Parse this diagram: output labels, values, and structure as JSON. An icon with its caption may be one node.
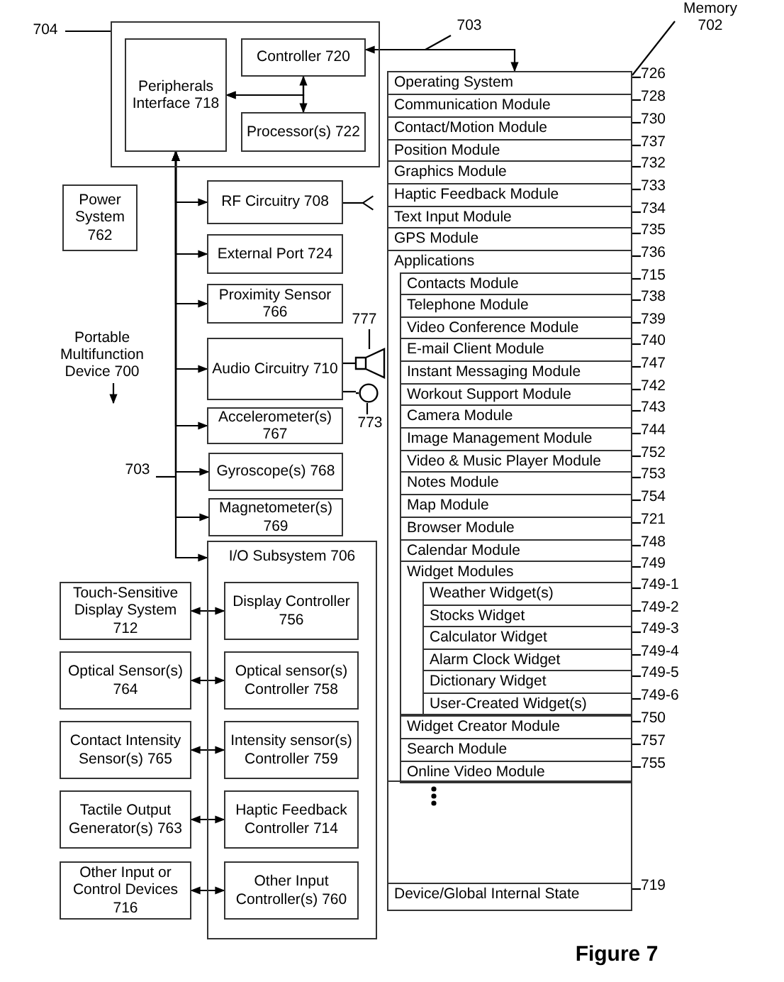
{
  "diagram": {
    "caption": "Figure 7",
    "nodes": [
      {
        "text": [
          "704"
        ]
      },
      {
        "text": [],
        "shape": "box"
      },
      {
        "text": [
          "Peripherals Interface 718"
        ],
        "in": 1
      },
      {
        "text": [
          "Controller 720"
        ],
        "in": 1
      },
      {
        "text": [
          "Processor(s) 722"
        ],
        "in": 1
      },
      {
        "text": [
          "703"
        ]
      },
      {
        "text": [
          "Memory 702"
        ]
      },
      {
        "text": [],
        "shape": "box"
      },
      {
        "text": [
          "Operating System"
        ],
        "in": 7
      },
      {
        "text": [
          "Communication Module"
        ],
        "in": 7
      },
      {
        "text": [
          "Contact/Motion Module"
        ],
        "in": 7
      },
      {
        "text": [
          "Position Module"
        ],
        "in": 7
      },
      {
        "text": [
          "Graphics Module"
        ],
        "in": 7
      },
      {
        "text": [
          "Haptic Feedback Module"
        ],
        "in": 7
      },
      {
        "text": [
          "Text Input Module"
        ],
        "in": 7
      },
      {
        "text": [
          "GPS Module"
        ],
        "in": 7
      },
      {
        "text": [
          "Applications"
        ],
        "in": 7
      },
      {
        "text": [
          "Contacts Module"
        ],
        "in": 16
      },
      {
        "text": [
          "Telephone Module"
        ],
        "in": 16
      },
      {
        "text": [
          "Video Conference Module"
        ],
        "in": 16
      },
      {
        "text": [
          "E-mail Client Module"
        ],
        "in": 16
      },
      {
        "text": [
          "Instant Messaging Module"
        ],
        "in": 16
      },
      {
        "text": [
          "Workout Support Module"
        ],
        "in": 16
      },
      {
        "text": [
          "Camera Module"
        ],
        "in": 16
      },
      {
        "text": [
          "Image Management Module"
        ],
        "in": 16
      },
      {
        "text": [
          "Video & Music Player Module"
        ],
        "in": 16
      },
      {
        "text": [
          "Notes Module"
        ],
        "in": 16
      },
      {
        "text": [
          "Map Module"
        ],
        "in": 16
      },
      {
        "text": [
          "Browser Module"
        ],
        "in": 16
      },
      {
        "text": [
          "Calendar Module"
        ],
        "in": 16
      },
      {
        "text": [
          "Widget Modules"
        ],
        "in": 16
      },
      {
        "text": [
          "Weather Widget(s)"
        ],
        "in": 30
      },
      {
        "text": [
          "Stocks Widget"
        ],
        "in": 30
      },
      {
        "text": [
          "Calculator Widget"
        ],
        "in": 30
      },
      {
        "text": [
          "Alarm Clock Widget"
        ],
        "in": 30
      },
      {
        "text": [
          "Dictionary Widget"
        ],
        "in": 30
      },
      {
        "text": [
          "User-Created Widget(s)"
        ],
        "in": 30
      },
      {
        "text": [
          "Widget Creator Module"
        ],
        "in": 16
      },
      {
        "text": [
          "Search Module"
        ],
        "in": 16
      },
      {
        "text": [
          "Online Video Module"
        ],
        "in": 16
      },
      {
        "text": [
          "Device/Global Internal State"
        ],
        "in": 7
      },
      {
        "text": [
          "726"
        ]
      },
      {
        "text": [
          "728"
        ]
      },
      {
        "text": [
          "730"
        ]
      },
      {
        "text": [
          "737"
        ]
      },
      {
        "text": [
          "732"
        ]
      },
      {
        "text": [
          "733"
        ]
      },
      {
        "text": [
          "734"
        ]
      },
      {
        "text": [
          "735"
        ]
      },
      {
        "text": [
          "736"
        ]
      },
      {
        "text": [
          "715"
        ]
      },
      {
        "text": [
          "738"
        ]
      },
      {
        "text": [
          "739"
        ]
      },
      {
        "text": [
          "740"
        ]
      },
      {
        "text": [
          "747"
        ]
      },
      {
        "text": [
          "742"
        ]
      },
      {
        "text": [
          "743"
        ]
      },
      {
        "text": [
          "744"
        ]
      },
      {
        "text": [
          "752"
        ]
      },
      {
        "text": [
          "753"
        ]
      },
      {
        "text": [
          "754"
        ]
      },
      {
        "text": [
          "721"
        ]
      },
      {
        "text": [
          "748"
        ]
      },
      {
        "text": [
          "749"
        ]
      },
      {
        "text": [
          "749-1"
        ]
      },
      {
        "text": [
          "749-2"
        ]
      },
      {
        "text": [
          "749-3"
        ]
      },
      {
        "text": [
          "749-4"
        ]
      },
      {
        "text": [
          "749-5"
        ]
      },
      {
        "text": [
          "749-6"
        ]
      },
      {
        "text": [
          "750"
        ]
      },
      {
        "text": [
          "757"
        ]
      },
      {
        "text": [
          "755"
        ]
      },
      {
        "text": [
          "719"
        ]
      },
      {
        "text": [
          "Power System 762"
        ]
      },
      {
        "text": [
          "RF Circuitry 708"
        ]
      },
      {
        "text": [
          "External Port 724"
        ]
      },
      {
        "text": [
          "Proximity Sensor 766"
        ]
      },
      {
        "text": [
          "777"
        ]
      },
      {
        "text": [
          "Audio Circuitry 710"
        ]
      },
      {
        "text": [],
        "shape": "speaker"
      },
      {
        "text": [],
        "shape": "microphone"
      },
      {
        "text": [
          "773"
        ]
      },
      {
        "text": [
          "Portable Multifunction Device 700"
        ]
      },
      {
        "text": [
          "Accelerometer(s) 767"
        ]
      },
      {
        "text": [
          "703"
        ]
      },
      {
        "text": [
          "Gyroscope(s) 768"
        ]
      },
      {
        "text": [
          "Magnetometer(s) 769"
        ]
      },
      {
        "text": [
          "I/O Subsystem 706"
        ]
      },
      {
        "text": [
          "Touch-Sensitive Display System 712"
        ]
      },
      {
        "text": [
          "Display Controller 756"
        ],
        "in": 88
      },
      {
        "text": [
          "Optical Sensor(s) 764"
        ]
      },
      {
        "text": [
          "Optical sensor(s) Controller 758"
        ],
        "in": 88
      },
      {
        "text": [
          "Contact Intensity Sensor(s) 765"
        ]
      },
      {
        "text": [
          "Intensity sensor(s) Controller 759"
        ],
        "in": 88
      },
      {
        "text": [
          "Tactile Output Generator(s) 763"
        ]
      },
      {
        "text": [
          "Haptic Feedback Controller 714"
        ],
        "in": 88
      },
      {
        "text": [
          "Other Input or Control Devices 716"
        ]
      },
      {
        "text": [
          "Other Input Controller(s) 760"
        ],
        "in": 88
      }
    ],
    "edges": [
      {
        "from": 0,
        "to": 1,
        "arrow": "none"
      },
      {
        "from": 3,
        "to": 4,
        "arrow": "both"
      },
      {
        "from": 3,
        "to": 2,
        "arrow": "to"
      },
      {
        "from": 4,
        "to": 2,
        "arrow": "to"
      },
      {
        "from": 3,
        "to": 7,
        "arrow": "both"
      },
      {
        "from": 5,
        "to": null,
        "arrow": "none"
      },
      {
        "from": 6,
        "to": 7,
        "arrow": "none"
      },
      {
        "from": 41,
        "to": 8,
        "arrow": "none"
      },
      {
        "from": 42,
        "to": 9,
        "arrow": "none"
      },
      {
        "from": 43,
        "to": 10,
        "arrow": "none"
      },
      {
        "from": 44,
        "to": 11,
        "arrow": "none"
      },
      {
        "from": 45,
        "to": 12,
        "arrow": "none"
      },
      {
        "from": 46,
        "to": 13,
        "arrow": "none"
      },
      {
        "from": 47,
        "to": 14,
        "arrow": "none"
      },
      {
        "from": 48,
        "to": 15,
        "arrow": "none"
      },
      {
        "from": 49,
        "to": 16,
        "arrow": "none"
      },
      {
        "from": 50,
        "to": 17,
        "arrow": "none"
      },
      {
        "from": 51,
        "to": 18,
        "arrow": "none"
      },
      {
        "from": 52,
        "to": 19,
        "arrow": "none"
      },
      {
        "from": 53,
        "to": 20,
        "arrow": "none"
      },
      {
        "from": 54,
        "to": 21,
        "arrow": "none"
      },
      {
        "from": 55,
        "to": 22,
        "arrow": "none"
      },
      {
        "from": 56,
        "to": 23,
        "arrow": "none"
      },
      {
        "from": 57,
        "to": 24,
        "arrow": "none"
      },
      {
        "from": 58,
        "to": 25,
        "arrow": "none"
      },
      {
        "from": 59,
        "to": 26,
        "arrow": "none"
      },
      {
        "from": 60,
        "to": 27,
        "arrow": "none"
      },
      {
        "from": 61,
        "to": 28,
        "arrow": "none"
      },
      {
        "from": 62,
        "to": 29,
        "arrow": "none"
      },
      {
        "from": 63,
        "to": 30,
        "arrow": "none"
      },
      {
        "from": 64,
        "to": 31,
        "arrow": "none"
      },
      {
        "from": 65,
        "to": 32,
        "arrow": "none"
      },
      {
        "from": 66,
        "to": 33,
        "arrow": "none"
      },
      {
        "from": 67,
        "to": 34,
        "arrow": "none"
      },
      {
        "from": 68,
        "to": 35,
        "arrow": "none"
      },
      {
        "from": 69,
        "to": 36,
        "arrow": "none"
      },
      {
        "from": 70,
        "to": 37,
        "arrow": "none"
      },
      {
        "from": 71,
        "to": 38,
        "arrow": "none"
      },
      {
        "from": 72,
        "to": 39,
        "arrow": "none"
      },
      {
        "from": 73,
        "to": 40,
        "arrow": "none"
      },
      {
        "from": 2,
        "to": 75,
        "arrow": "both"
      },
      {
        "from": 2,
        "to": 76,
        "arrow": "both"
      },
      {
        "from": 2,
        "to": 77,
        "arrow": "both"
      },
      {
        "from": 2,
        "to": 79,
        "arrow": "both"
      },
      {
        "from": 2,
        "to": 84,
        "arrow": "both"
      },
      {
        "from": 2,
        "to": 86,
        "arrow": "both"
      },
      {
        "from": 2,
        "to": 87,
        "arrow": "both"
      },
      {
        "from": 2,
        "to": 88,
        "arrow": "both"
      },
      {
        "from": 75,
        "to": null,
        "arrow": "other"
      },
      {
        "from": 79,
        "to": 80,
        "arrow": "none"
      },
      {
        "from": 79,
        "to": 81,
        "arrow": "none"
      },
      {
        "from": 78,
        "to": 80,
        "arrow": "none"
      },
      {
        "from": 82,
        "to": 81,
        "arrow": "none"
      },
      {
        "from": 83,
        "to": null,
        "arrow": "to"
      },
      {
        "from": 85,
        "to": null,
        "arrow": "none"
      },
      {
        "from": 89,
        "to": 90,
        "arrow": "both"
      },
      {
        "from": 91,
        "to": 92,
        "arrow": "both"
      },
      {
        "from": 93,
        "to": 94,
        "arrow": "both"
      },
      {
        "from": 95,
        "to": 96,
        "arrow": "both"
      },
      {
        "from": 97,
        "to": 98,
        "arrow": "both"
      }
    ]
  }
}
